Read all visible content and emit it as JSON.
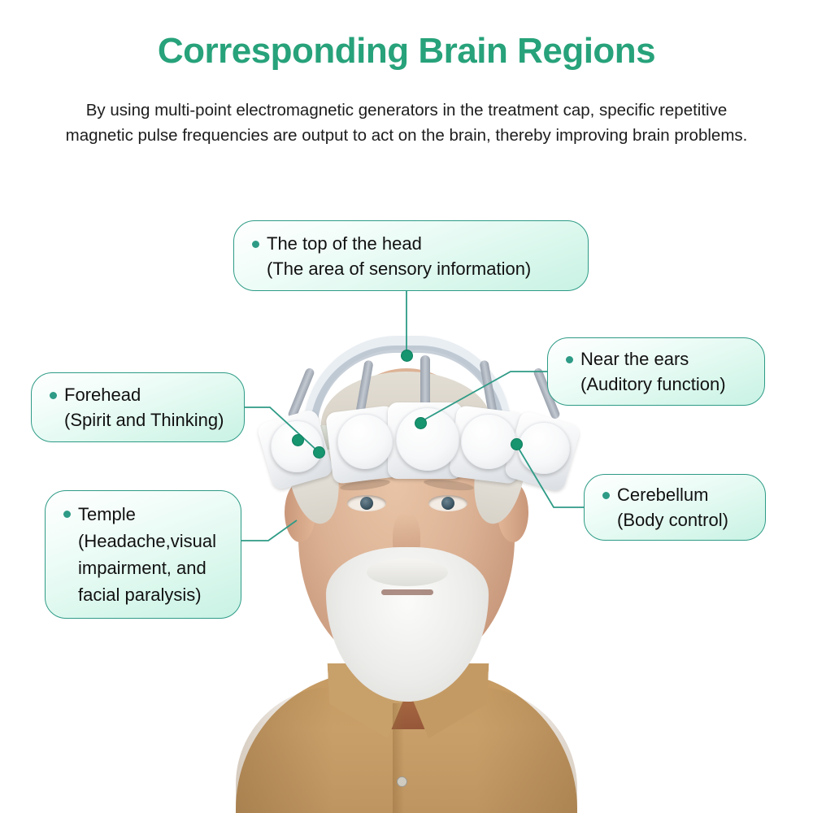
{
  "header": {
    "title": "Corresponding Brain Regions",
    "subtitle": "By using multi-point electromagnetic generators in the treatment cap, specific repetitive magnetic pulse frequencies are output to act on the brain, thereby improving brain problems."
  },
  "colors": {
    "accent_green": "#27a27a",
    "callout_border": "#2e9b86",
    "dot_green": "#16956f",
    "text_dark": "#111111",
    "background": "#ffffff",
    "shirt_tan": "#c59a62"
  },
  "callouts": [
    {
      "id": "top-of-head",
      "lines": [
        "The top of the head",
        "(The area of sensory information)"
      ]
    },
    {
      "id": "near-the-ears",
      "lines": [
        "Near the ears",
        "(Auditory function)"
      ]
    },
    {
      "id": "forehead",
      "lines": [
        "Forehead",
        "(Spirit and Thinking)"
      ]
    },
    {
      "id": "cerebellum",
      "lines": [
        "Cerebellum",
        "(Body control)"
      ]
    },
    {
      "id": "temple",
      "lines": [
        "Temple",
        "(Headache,visual",
        "impairment, and",
        "facial paralysis)"
      ]
    }
  ],
  "photo": {
    "subject": "elderly-man-wearing-electromagnetic-therapy-cap"
  }
}
